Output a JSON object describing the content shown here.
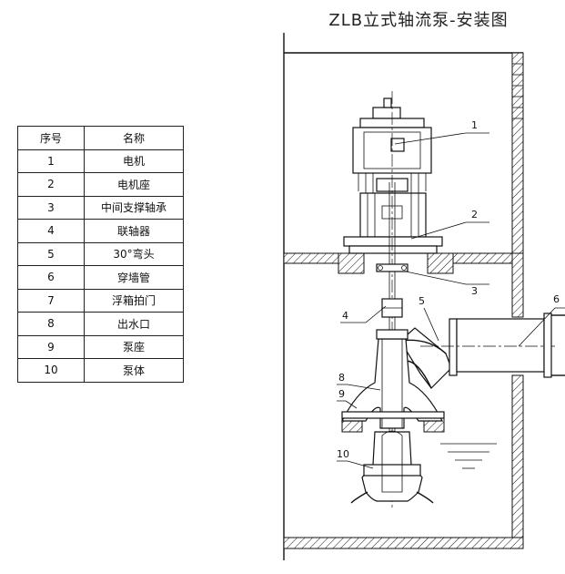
{
  "title": "ZLB立式轴流泵-安装图",
  "table": {
    "headers": [
      "序号",
      "名称"
    ],
    "rows": [
      {
        "no": "1",
        "name": "电机"
      },
      {
        "no": "2",
        "name": "电机座"
      },
      {
        "no": "3",
        "name": "中间支撑轴承"
      },
      {
        "no": "4",
        "name": "联轴器"
      },
      {
        "no": "5",
        "name": "30°弯头"
      },
      {
        "no": "6",
        "name": "穿墙管"
      },
      {
        "no": "7",
        "name": "浮箱拍门"
      },
      {
        "no": "8",
        "name": "出水口"
      },
      {
        "no": "9",
        "name": "泵座"
      },
      {
        "no": "10",
        "name": "泵体"
      }
    ]
  },
  "leaders": [
    "1",
    "2",
    "3",
    "4",
    "5",
    "6",
    "8",
    "9",
    "10"
  ]
}
